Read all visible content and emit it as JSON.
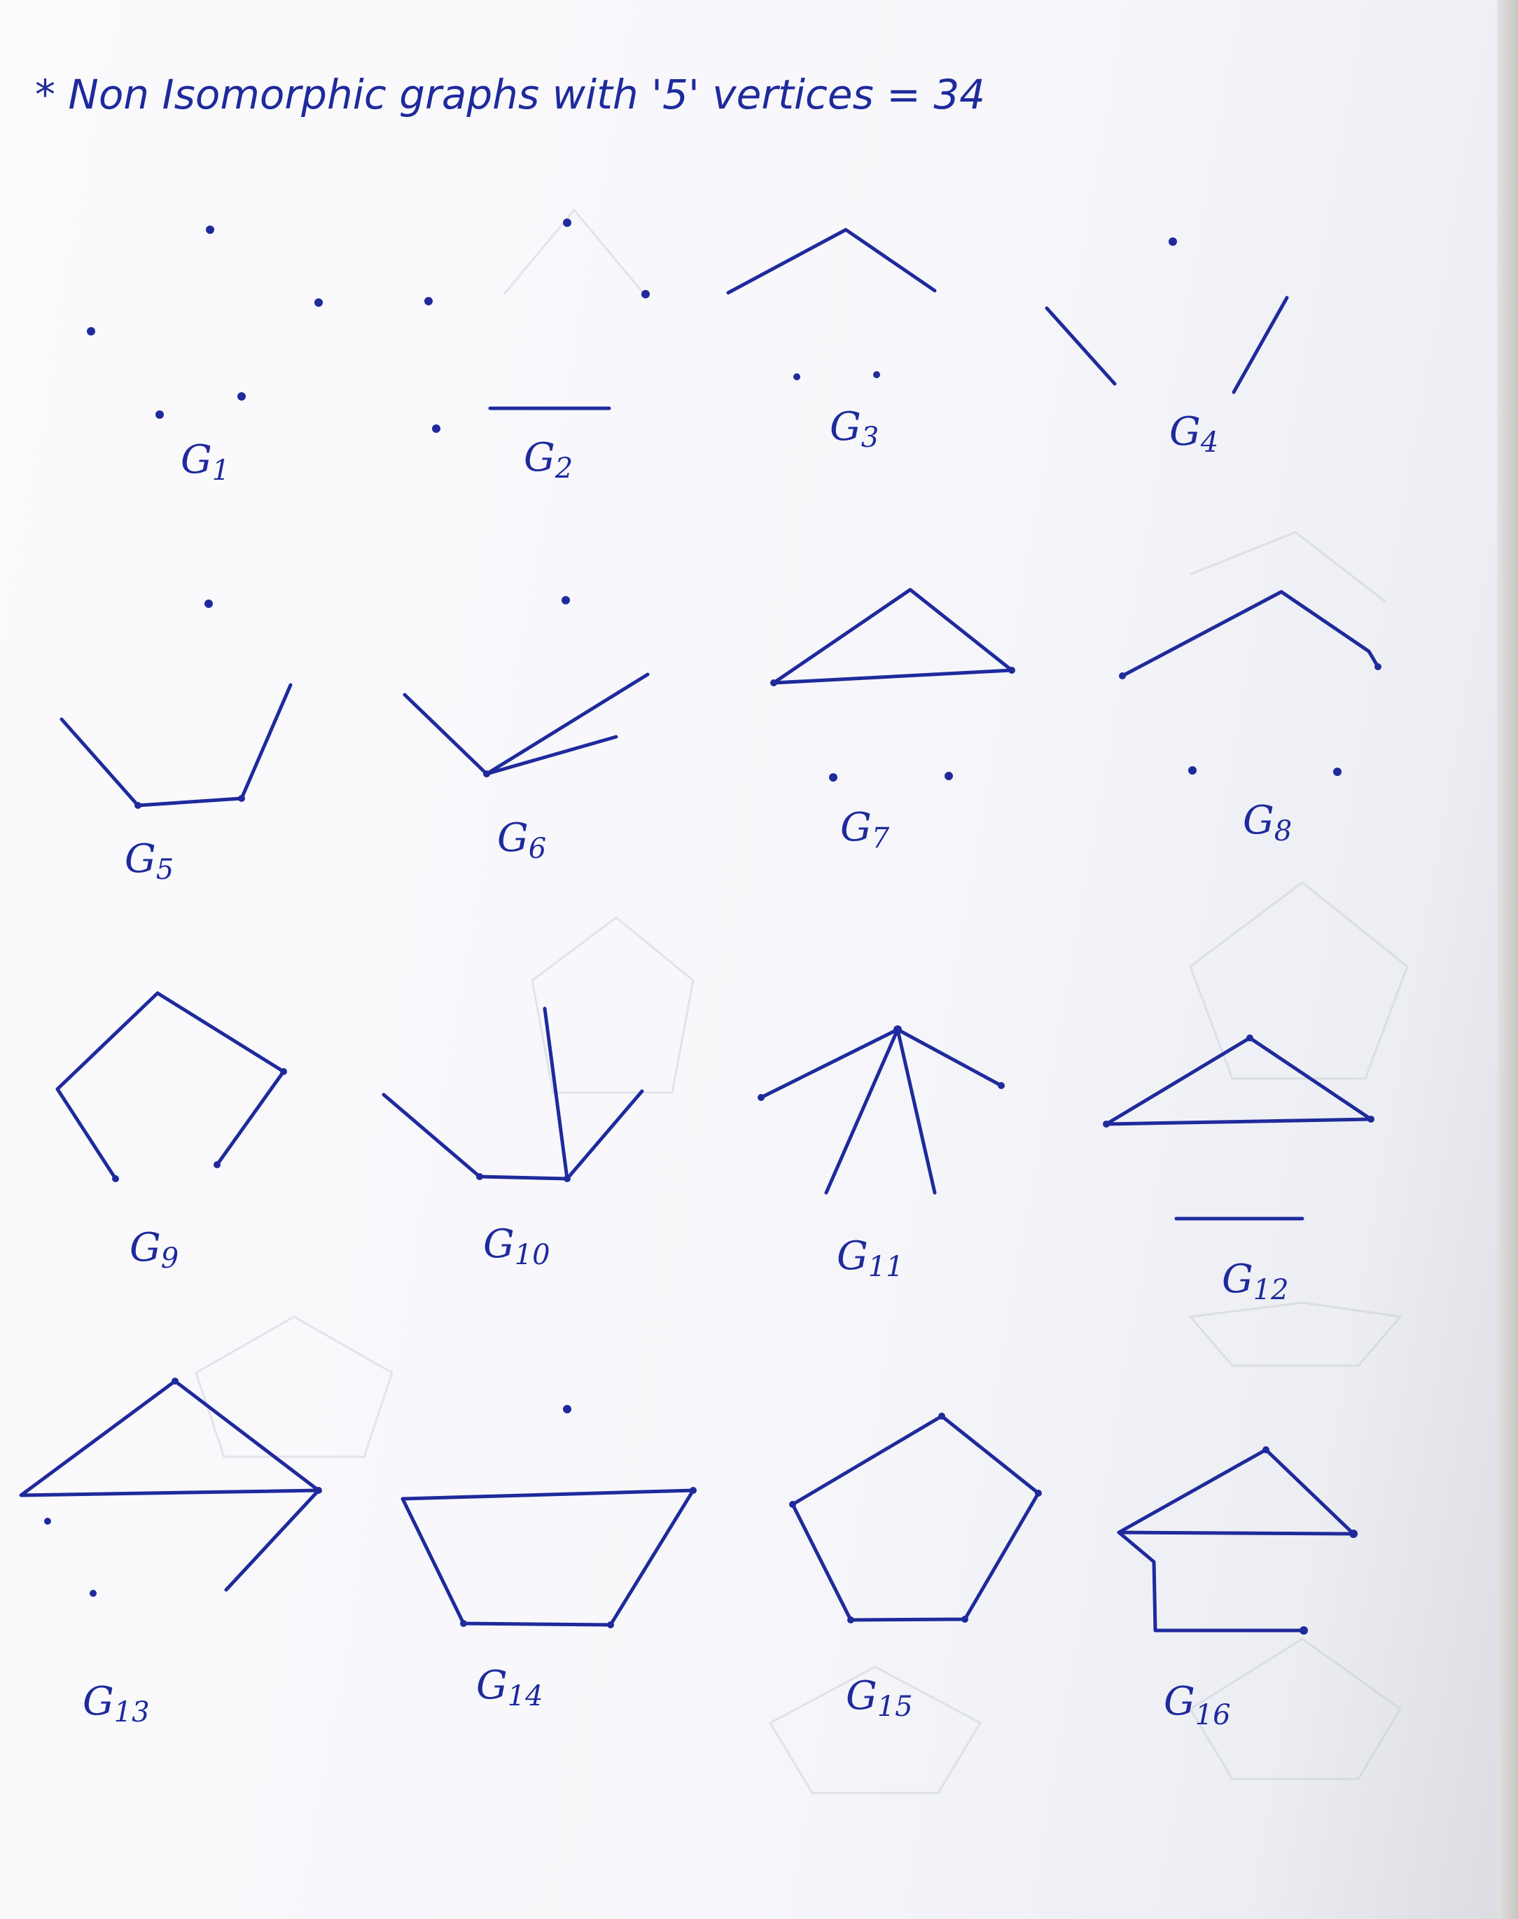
{
  "title": "* Non Isomorphic graphs with '5' vertices = 34",
  "graphs": [
    {
      "id": "G1"
    },
    {
      "id": "G2"
    },
    {
      "id": "G3"
    },
    {
      "id": "G4"
    },
    {
      "id": "G5"
    },
    {
      "id": "G6"
    },
    {
      "id": "G7"
    },
    {
      "id": "G8"
    },
    {
      "id": "G9"
    },
    {
      "id": "G10"
    },
    {
      "id": "G11"
    },
    {
      "id": "G12"
    },
    {
      "id": "G13"
    },
    {
      "id": "G14"
    },
    {
      "id": "G15"
    },
    {
      "id": "G16"
    }
  ],
  "labels": {
    "g1": {
      "main": "G",
      "sub": "1"
    },
    "g2": {
      "main": "G",
      "sub": "2"
    },
    "g3": {
      "main": "G",
      "sub": "3"
    },
    "g4": {
      "main": "G",
      "sub": "4"
    },
    "g5": {
      "main": "G",
      "sub": "5"
    },
    "g6": {
      "main": "G",
      "sub": "6"
    },
    "g7": {
      "main": "G",
      "sub": "7"
    },
    "g8": {
      "main": "G",
      "sub": "8"
    },
    "g9": {
      "main": "G",
      "sub": "9"
    },
    "g10": {
      "main": "G",
      "sub": "10"
    },
    "g11": {
      "main": "G",
      "sub": "11"
    },
    "g12": {
      "main": "G",
      "sub": "12"
    },
    "g13": {
      "main": "G",
      "sub": "13"
    },
    "g14": {
      "main": "G",
      "sub": "14"
    },
    "g15": {
      "main": "G",
      "sub": "15"
    },
    "g16": {
      "main": "G",
      "sub": "16"
    }
  },
  "colors": {
    "ink": "#1f2a9c",
    "paper": "#fbfbfd"
  }
}
